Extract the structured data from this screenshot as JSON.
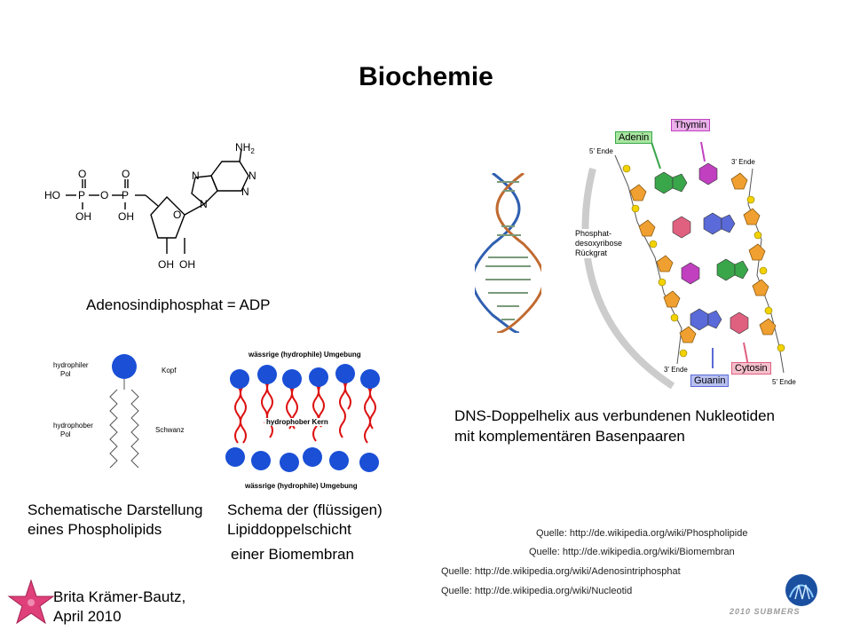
{
  "slide": {
    "title": "Biochemie",
    "adp": {
      "caption": "Adenosindiphosphat = ADP",
      "labels": {
        "ho": "HO",
        "oh": "OH",
        "o": "O",
        "p": "P",
        "n": "N",
        "nh2": "NH",
        "nh2_sub": "2"
      }
    },
    "phospholipid": {
      "labels": {
        "hydrophiler": "hydrophiler",
        "pol": "Pol",
        "kopf": "Kopf",
        "hydrophober": "hydrophober",
        "schwanz": "Schwanz"
      },
      "caption_line1": "Schematische Darstellung",
      "caption_line2": " eines Phospholipids"
    },
    "bilayer": {
      "top_label": "wässrige (hydrophile) Umgebung",
      "core_label": "hydrophober Kern",
      "bottom_label": "wässrige (hydrophile) Umgebung",
      "caption_line1": "Schema der (flüssigen)",
      "caption_line2": "Lipiddoppelschicht",
      "caption_line3": "einer Biomembran"
    },
    "dna": {
      "labels": {
        "adenin": "Adenin",
        "thymin": "Thymin",
        "five_end_top": "5' Ende",
        "three_end_top": "3' Ende",
        "backbone_1": "Phosphat-",
        "backbone_2": "desoxyribose",
        "backbone_3": "Rückgrat",
        "three_end_bottom": "3' Ende",
        "five_end_bottom": "5' Ende",
        "guanin": "Guanin",
        "cytosin": "Cytosin"
      },
      "caption_line1": "DNS-Doppelhelix aus verbundenen Nukleotiden",
      "caption_line2": " mit komplementären Basenpaaren"
    },
    "sources": [
      "Quelle: http://de.wikipedia.org/wiki/Phospholipide",
      "Quelle: http://de.wikipedia.org/wiki/Biomembran",
      "Quelle: http://de.wikipedia.org/wiki/Adenosintriphosphat",
      "Quelle: http://de.wikipedia.org/wiki/Nucleotid"
    ],
    "author": {
      "line1": "Brita Krämer-Bautz,",
      "line2": "April 2010"
    },
    "footer_logo_text": "2010 SUBMERS",
    "colors": {
      "head_blue": "#1a4fd6",
      "tail_red": "#dd1111",
      "adenin": "#3aa64a",
      "thymin": "#c040c0",
      "guanin": "#5a6ad8",
      "cytosin": "#e06080",
      "sugar": "#f0a030",
      "phosphate": "#f2d200",
      "star": "#e0407a"
    }
  }
}
